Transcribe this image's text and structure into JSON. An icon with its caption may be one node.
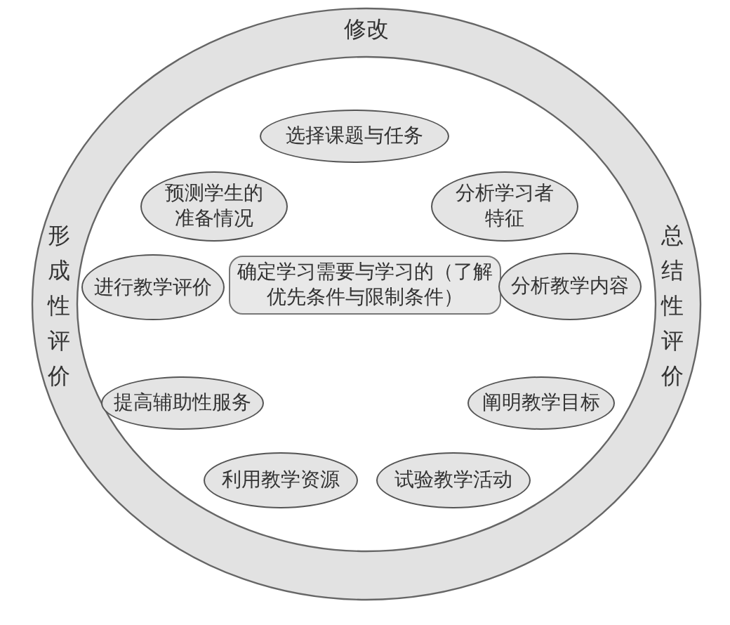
{
  "diagram": {
    "nodes": [
      {
        "text": [
          "修改",
          "形成性评价",
          "总结性评价"
        ]
      },
      {
        "text": [
          "选择课题与任务"
        ],
        "in": 0
      },
      {
        "text": [
          "预测学生的准备情况"
        ],
        "in": 0
      },
      {
        "text": [
          "分析学习者特征"
        ],
        "in": 0
      },
      {
        "text": [
          "进行教学评价"
        ],
        "in": 0
      },
      {
        "text": [
          "确定学习需要与学习的（了解优先条件与限制条件）"
        ],
        "in": 0
      },
      {
        "text": [
          "分析教学内容"
        ],
        "in": 0
      },
      {
        "text": [
          "提高辅助性服务"
        ],
        "in": 0
      },
      {
        "text": [
          "阐明教学目标"
        ],
        "in": 0
      },
      {
        "text": [
          "利用教学资源"
        ],
        "in": 0
      },
      {
        "text": [
          "试验教学活动"
        ],
        "in": 0
      }
    ]
  }
}
